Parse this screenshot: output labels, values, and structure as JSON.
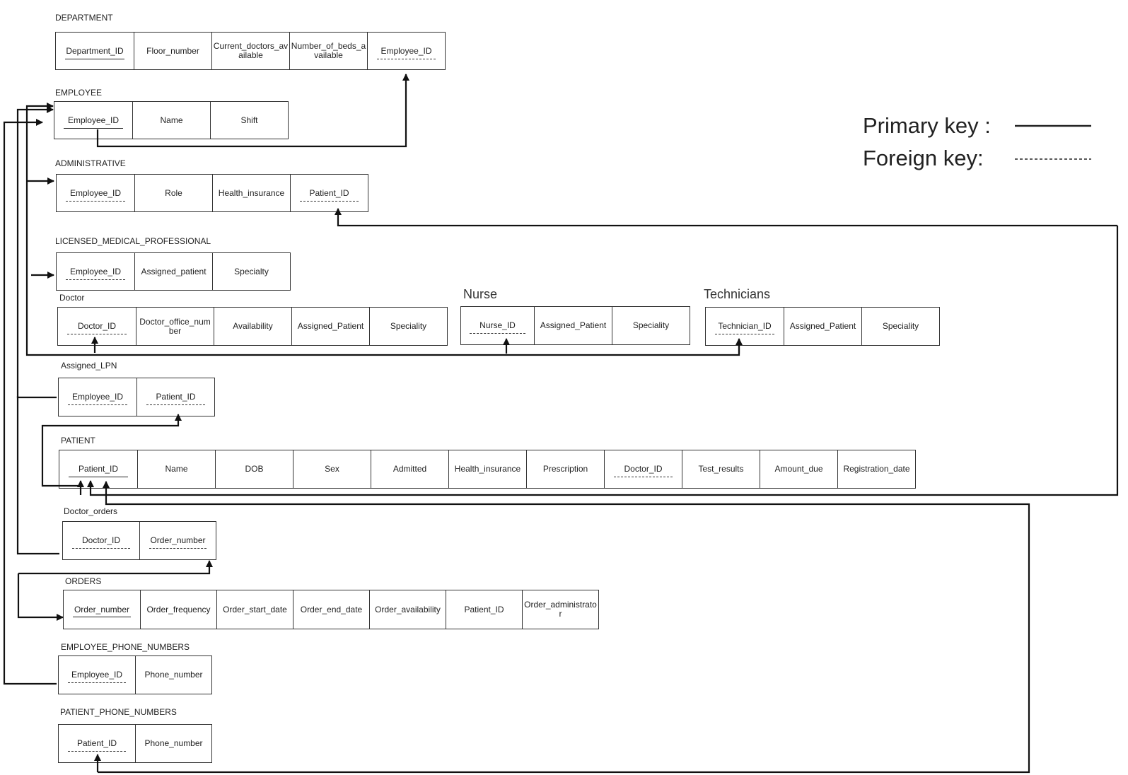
{
  "legend": {
    "primary_label": "Primary key :",
    "foreign_label": "Foreign key:"
  },
  "tables": [
    {
      "id": "department",
      "name": "DEPARTMENT",
      "fields": [
        {
          "label": "Department_ID",
          "key": "pk"
        },
        {
          "label": "Floor_number",
          "key": ""
        },
        {
          "label": "Current_doctors_available",
          "key": ""
        },
        {
          "label": "Number_of_beds_available",
          "key": ""
        },
        {
          "label": "Employee_ID",
          "key": "fk"
        }
      ]
    },
    {
      "id": "employee",
      "name": "EMPLOYEE",
      "fields": [
        {
          "label": "Employee_ID",
          "key": "pk"
        },
        {
          "label": "Name",
          "key": ""
        },
        {
          "label": "Shift",
          "key": ""
        }
      ]
    },
    {
      "id": "administrative",
      "name": "ADMINISTRATIVE",
      "fields": [
        {
          "label": "Employee_ID",
          "key": "fk"
        },
        {
          "label": "Role",
          "key": ""
        },
        {
          "label": "Health_insurance",
          "key": ""
        },
        {
          "label": "Patient_ID",
          "key": "fk"
        }
      ]
    },
    {
      "id": "licensed",
      "name": "LICENSED_MEDICAL_PROFESSIONAL",
      "fields": [
        {
          "label": "Employee_ID",
          "key": "fk"
        },
        {
          "label": "Assigned_patient",
          "key": ""
        },
        {
          "label": "Specialty",
          "key": ""
        }
      ]
    },
    {
      "id": "doctor",
      "name": "Doctor",
      "fields": [
        {
          "label": "Doctor_ID",
          "key": "fk"
        },
        {
          "label": "Doctor_office_number",
          "key": ""
        },
        {
          "label": "Availability",
          "key": ""
        },
        {
          "label": "Assigned_Patient",
          "key": ""
        },
        {
          "label": "Speciality",
          "key": ""
        }
      ]
    },
    {
      "id": "nurse",
      "name": "Nurse",
      "fields": [
        {
          "label": "Nurse_ID",
          "key": "fk"
        },
        {
          "label": "Assigned_Patient",
          "key": ""
        },
        {
          "label": "Speciality",
          "key": ""
        }
      ]
    },
    {
      "id": "technicians",
      "name": "Technicians",
      "fields": [
        {
          "label": "Technician_ID",
          "key": "fk"
        },
        {
          "label": "Assigned_Patient",
          "key": ""
        },
        {
          "label": "Speciality",
          "key": ""
        }
      ]
    },
    {
      "id": "assigned_lpn",
      "name": "Assigned_LPN",
      "fields": [
        {
          "label": "Employee_ID",
          "key": "fk"
        },
        {
          "label": "Patient_ID",
          "key": "fk"
        }
      ]
    },
    {
      "id": "patient",
      "name": "PATIENT",
      "fields": [
        {
          "label": "Patient_ID",
          "key": "pk"
        },
        {
          "label": "Name",
          "key": ""
        },
        {
          "label": "DOB",
          "key": ""
        },
        {
          "label": "Sex",
          "key": ""
        },
        {
          "label": "Admitted",
          "key": ""
        },
        {
          "label": "Health_insurance",
          "key": ""
        },
        {
          "label": "Prescription",
          "key": ""
        },
        {
          "label": "Doctor_ID",
          "key": "fk"
        },
        {
          "label": "Test_results",
          "key": ""
        },
        {
          "label": "Amount_due",
          "key": ""
        },
        {
          "label": "Registration_date",
          "key": ""
        }
      ]
    },
    {
      "id": "doctor_orders",
      "name": "Doctor_orders",
      "fields": [
        {
          "label": "Doctor_ID",
          "key": "fk"
        },
        {
          "label": "Order_number",
          "key": "fk"
        }
      ]
    },
    {
      "id": "orders",
      "name": "ORDERS",
      "fields": [
        {
          "label": "Order_number",
          "key": "pk"
        },
        {
          "label": "Order_frequency",
          "key": ""
        },
        {
          "label": "Order_start_date",
          "key": ""
        },
        {
          "label": "Order_end_date",
          "key": ""
        },
        {
          "label": "Order_availability",
          "key": ""
        },
        {
          "label": "Patient_ID",
          "key": ""
        },
        {
          "label": "Order_administrator",
          "key": ""
        }
      ]
    },
    {
      "id": "employee_phone",
      "name": "EMPLOYEE_PHONE_NUMBERS",
      "fields": [
        {
          "label": "Employee_ID",
          "key": "fk"
        },
        {
          "label": "Phone_number",
          "key": ""
        }
      ]
    },
    {
      "id": "patient_phone",
      "name": "PATIENT_PHONE_NUMBERS",
      "fields": [
        {
          "label": "Patient_ID",
          "key": "fk"
        },
        {
          "label": "Phone_number",
          "key": ""
        }
      ]
    }
  ]
}
